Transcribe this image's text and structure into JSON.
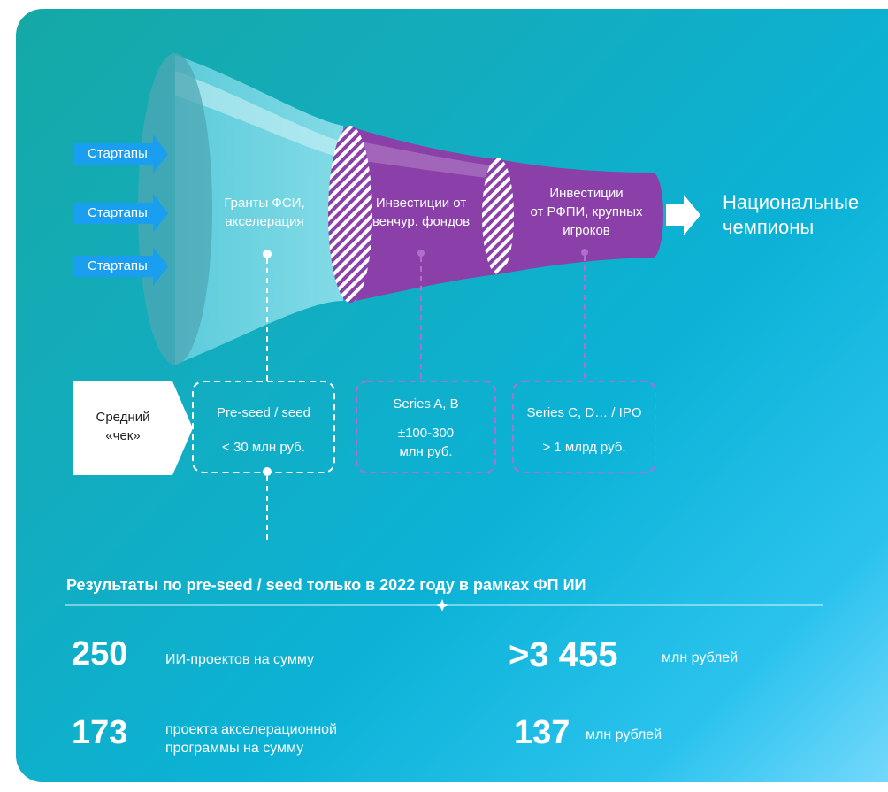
{
  "funnel": {
    "arrows": [
      "Стартапы",
      "Стартапы",
      "Стартапы"
    ],
    "stage1_line1": "Гранты ФСИ,",
    "stage1_line2": "акселерация",
    "stage2_line1": "Инвестиции от",
    "stage2_line2": "венчур. фондов",
    "stage3_line1": "Инвестиции",
    "stage3_line2": "от РФПИ, крупных",
    "stage3_line3": "игроков",
    "output_line1": "Национальные",
    "output_line2": "чемпионы"
  },
  "check": {
    "label_line1": "Средний",
    "label_line2": "«чек»",
    "boxes": [
      {
        "line1": "Pre-seed / seed",
        "line2": "< 30 млн руб."
      },
      {
        "line1": "Series A, B",
        "line2": "±100-300",
        "line3": "млн руб."
      },
      {
        "line1": "Series C, D… / IPO",
        "line2": "> 1 млрд руб."
      }
    ]
  },
  "results": {
    "title": "Результаты по pre-seed / seed только в 2022 году в рамках ФП ИИ",
    "rows": [
      {
        "count": "250",
        "count_desc": "ИИ-проектов на сумму",
        "amount": ">3 455",
        "amount_unit": "млн рублей"
      },
      {
        "count": "173",
        "count_desc_line1": "проекта акселерационной",
        "count_desc_line2": "программы на сумму",
        "amount": "137",
        "amount_unit": "млн рублей"
      }
    ]
  },
  "colors": {
    "funnel_light": "#6fd6e4",
    "funnel_purple": "#8b3fa8",
    "dashed_white": "#ffffff",
    "dashed_purple": "#b06fcf",
    "arrow_blue": "#1a9ef0"
  }
}
